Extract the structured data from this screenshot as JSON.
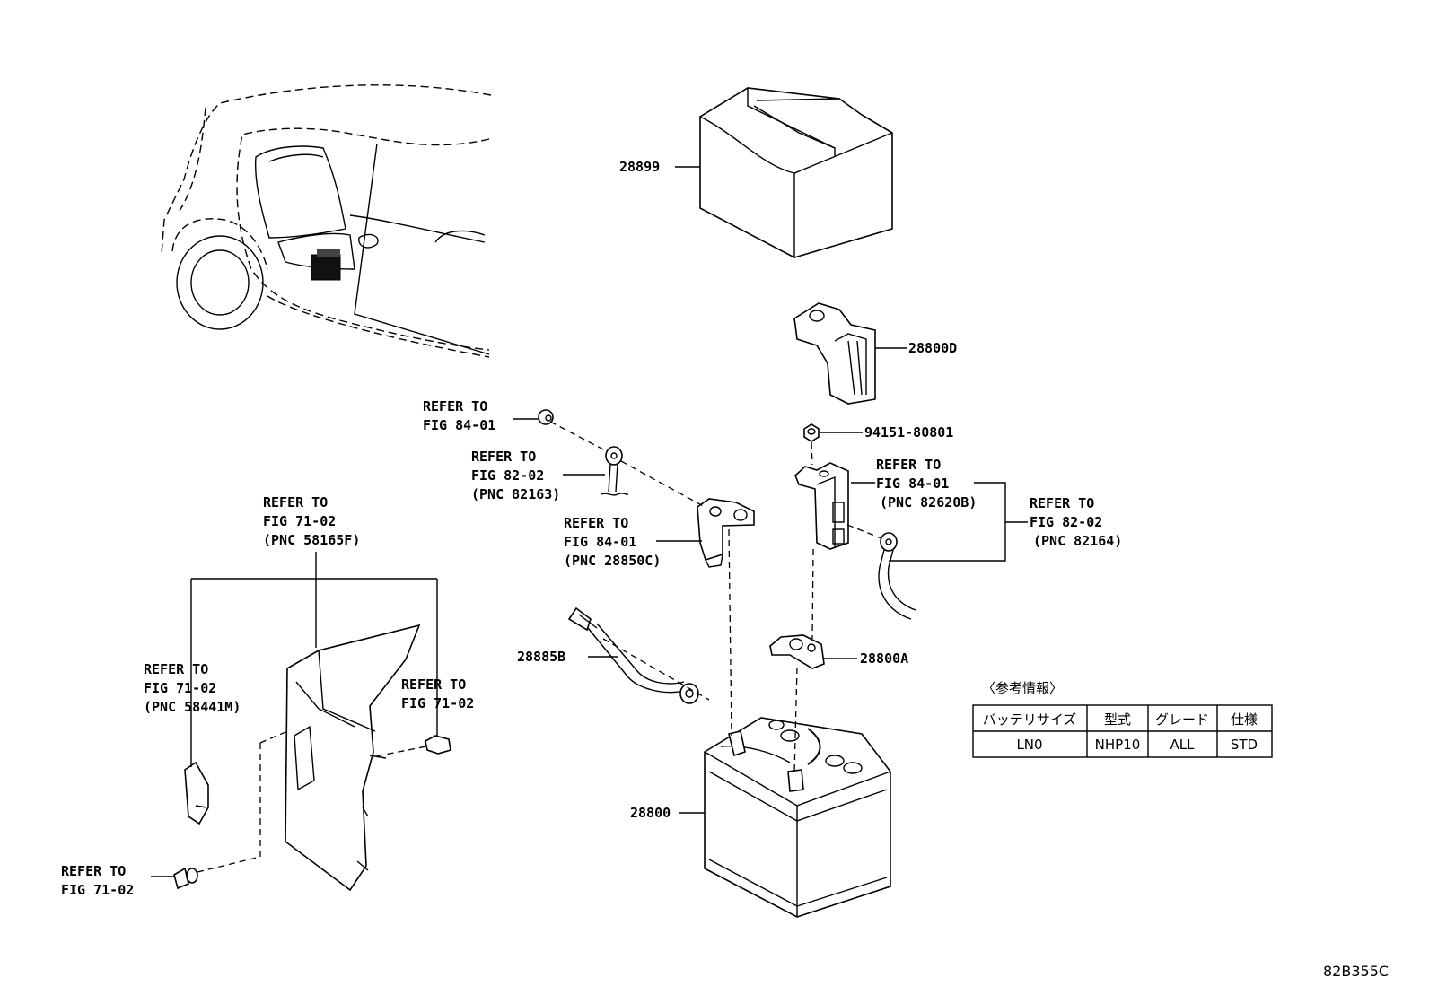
{
  "callouts": {
    "p28899": "28899",
    "p28800D": "28800D",
    "p9415180801": "94151-80801",
    "p28800A": "28800A",
    "p28885B": "28885B",
    "p28800": "28800"
  },
  "refs": {
    "r1": [
      "REFER TO",
      "FIG 84-01"
    ],
    "r2": [
      "REFER TO",
      "FIG 82-02",
      "(PNC 82163)"
    ],
    "r3": [
      "REFER TO",
      "FIG 84-01",
      "(PNC 28850C)"
    ],
    "r4": [
      "REFER TO",
      "FIG 84-01",
      "(PNC 82620B)"
    ],
    "r5": [
      "REFER TO",
      "FIG 82-02",
      "(PNC 82164)"
    ],
    "r6": [
      "REFER TO",
      "FIG 71-02",
      "(PNC 58165F)"
    ],
    "r7": [
      "REFER TO",
      "FIG 71-02",
      "(PNC 58441M)"
    ],
    "r8": [
      "REFER TO",
      "FIG 71-02"
    ],
    "r9": [
      "REFER TO",
      "FIG 71-02"
    ]
  },
  "info": {
    "title": "〈参考情報〉",
    "headers": [
      "バッテリサイズ",
      "型式",
      "グレード",
      "仕様"
    ],
    "row": [
      "LN0",
      "NHP10",
      "ALL",
      "STD"
    ]
  },
  "figure_code": "82B355C"
}
